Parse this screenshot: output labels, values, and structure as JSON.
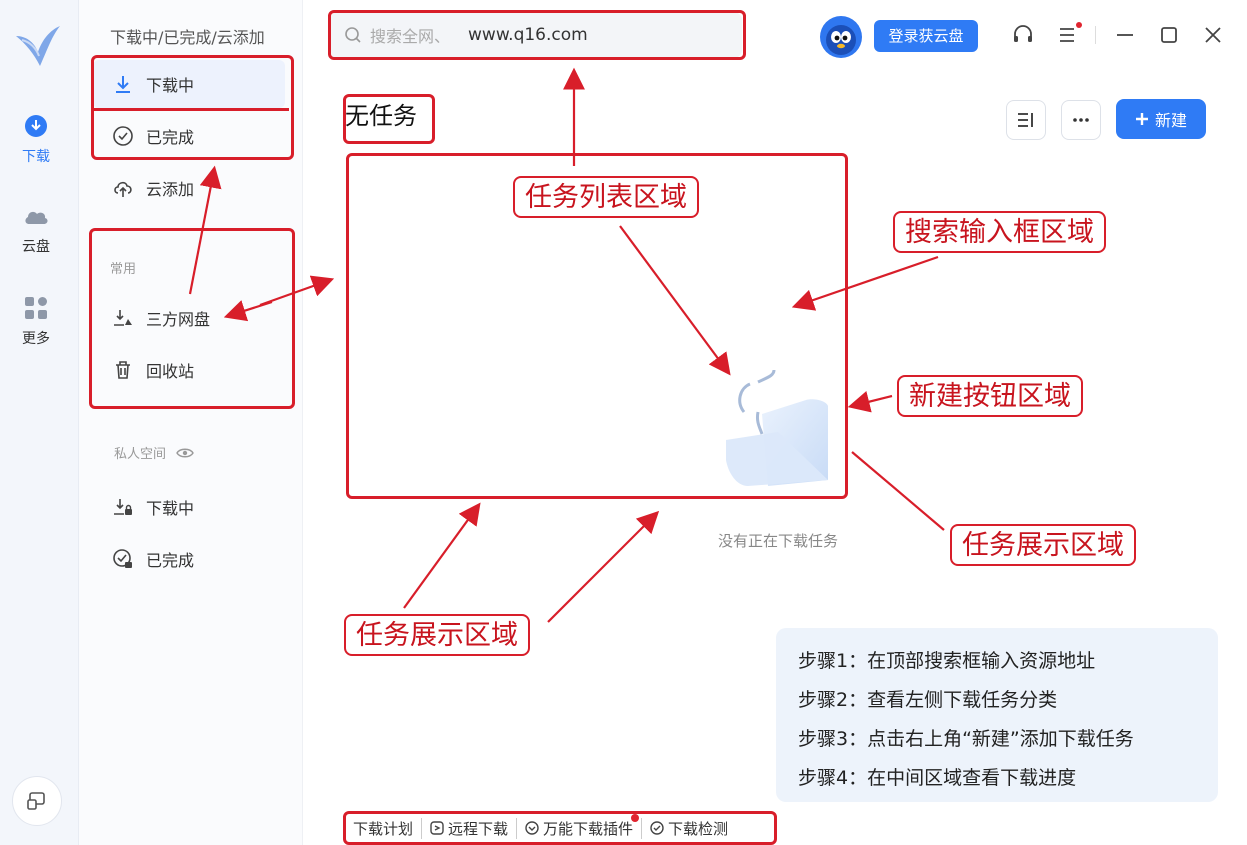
{
  "rail": {
    "items": [
      {
        "label": "下载",
        "icon": "download-circle-icon",
        "active": true
      },
      {
        "label": "云盘",
        "icon": "cloud-icon"
      },
      {
        "label": "更多",
        "icon": "grid-icon"
      }
    ],
    "bottom_icon": "screen-switch-icon"
  },
  "sidebar": {
    "title": "下载中/已完成/云添加",
    "items": [
      {
        "label": "下载中",
        "icon": "download-icon",
        "active": true
      },
      {
        "label": "已完成",
        "icon": "check-circle-icon"
      },
      {
        "label": "云添加",
        "icon": "cloud-upload-icon"
      }
    ],
    "section_common": "常用",
    "common_items": [
      {
        "label": "三方网盘",
        "icon": "third-party-drive-icon"
      },
      {
        "label": "回收站",
        "icon": "trash-icon"
      }
    ],
    "section_private": "私人空间",
    "private_items": [
      {
        "label": "下载中",
        "icon": "locked-download-icon"
      },
      {
        "label": "已完成",
        "icon": "locked-check-icon"
      }
    ]
  },
  "topbar": {
    "search_placeholder": "搜索全网、",
    "search_value": "www.q16.com",
    "login_label": "登录获云盘"
  },
  "main": {
    "title": "无任务",
    "new_label": "新建",
    "empty_text": "没有正在下载任务"
  },
  "bottom_bar": [
    {
      "label": "下载计划",
      "icon": ""
    },
    {
      "label": "远程下载",
      "icon": "remote-icon"
    },
    {
      "label": "万能下载插件",
      "icon": "plugin-icon"
    },
    {
      "label": "下载检测",
      "icon": "detect-icon"
    }
  ],
  "steps": [
    "步骤1：在顶部搜索框输入资源地址",
    "步骤2：查看左侧下载任务分类",
    "步骤3：点击右上角“新建”添加下载任务",
    "步骤4：在中间区域查看下载进度"
  ],
  "annotations": {
    "task_list": "任务列表区域",
    "search_area": "搜索输入框区域",
    "new_button_area": "新建按钮区域",
    "task_display_right": "任务展示区域",
    "task_display_bottom": "任务展示区域"
  },
  "colors": {
    "accent": "#2f7bf5",
    "annotation": "#d81e2a"
  }
}
